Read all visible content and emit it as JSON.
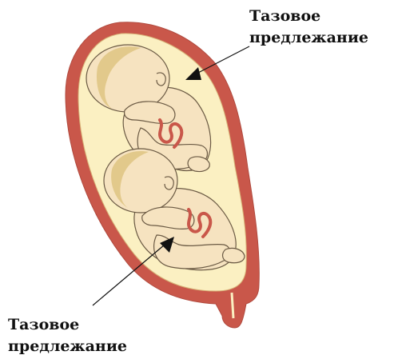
{
  "labels": {
    "top": {
      "line1": "Тазовое",
      "line2": "предлежание"
    },
    "bottom": {
      "line1": "Тазовое",
      "line2": "предлежание"
    }
  },
  "colors": {
    "uterus_wall": "#c9574a",
    "amniotic_fluid": "#fbf0c2",
    "fetus_skin": "#f6e3c0",
    "fetus_outline": "#6b5a44",
    "head_shadow": "#e2c98b",
    "cord": "#c9574a",
    "arrow": "#111111"
  }
}
